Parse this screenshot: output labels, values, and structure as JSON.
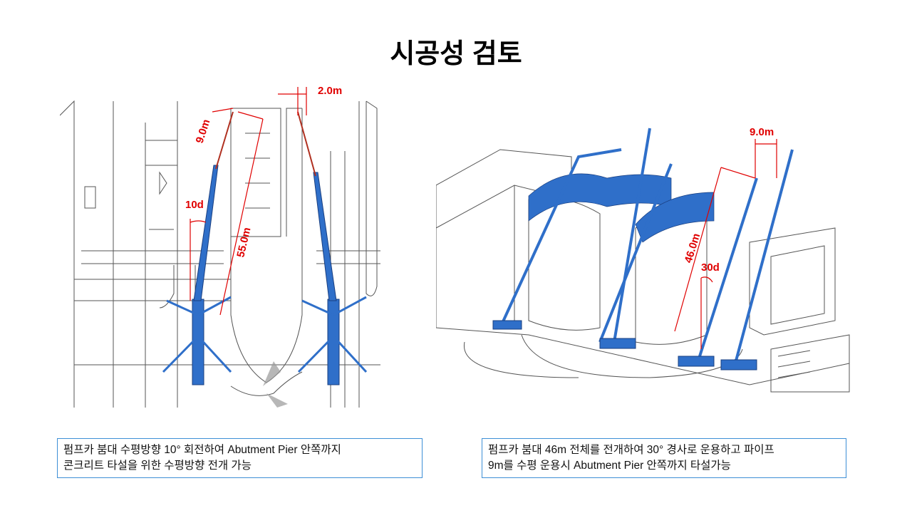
{
  "title": "시공성 검토",
  "left_figure": {
    "labels": {
      "offset": "2.0m",
      "pipe": "9.0m",
      "angle": "10d",
      "boom": "55.0m"
    }
  },
  "right_figure": {
    "labels": {
      "pipe": "9.0m",
      "boom": "46.0m",
      "angle": "30d"
    }
  },
  "captions": {
    "left": {
      "line1": "펌프카 붐대 수평방향 10° 회전하여 Abutment Pier 안쪽까지",
      "line2": "콘크리트 타설을 위한 수평방향 전개 가능"
    },
    "right": {
      "line1": "펌프카 붐대 46m 전체를 전개하여 30° 경사로 운용하고 파이프",
      "line2": "9m를 수평 운용시 Abutment Pier 안쪽까지 타설가능"
    }
  },
  "colors": {
    "dimension": "#e00000",
    "crane": "#2f6fc9",
    "caption_border": "#3d8fd6"
  }
}
